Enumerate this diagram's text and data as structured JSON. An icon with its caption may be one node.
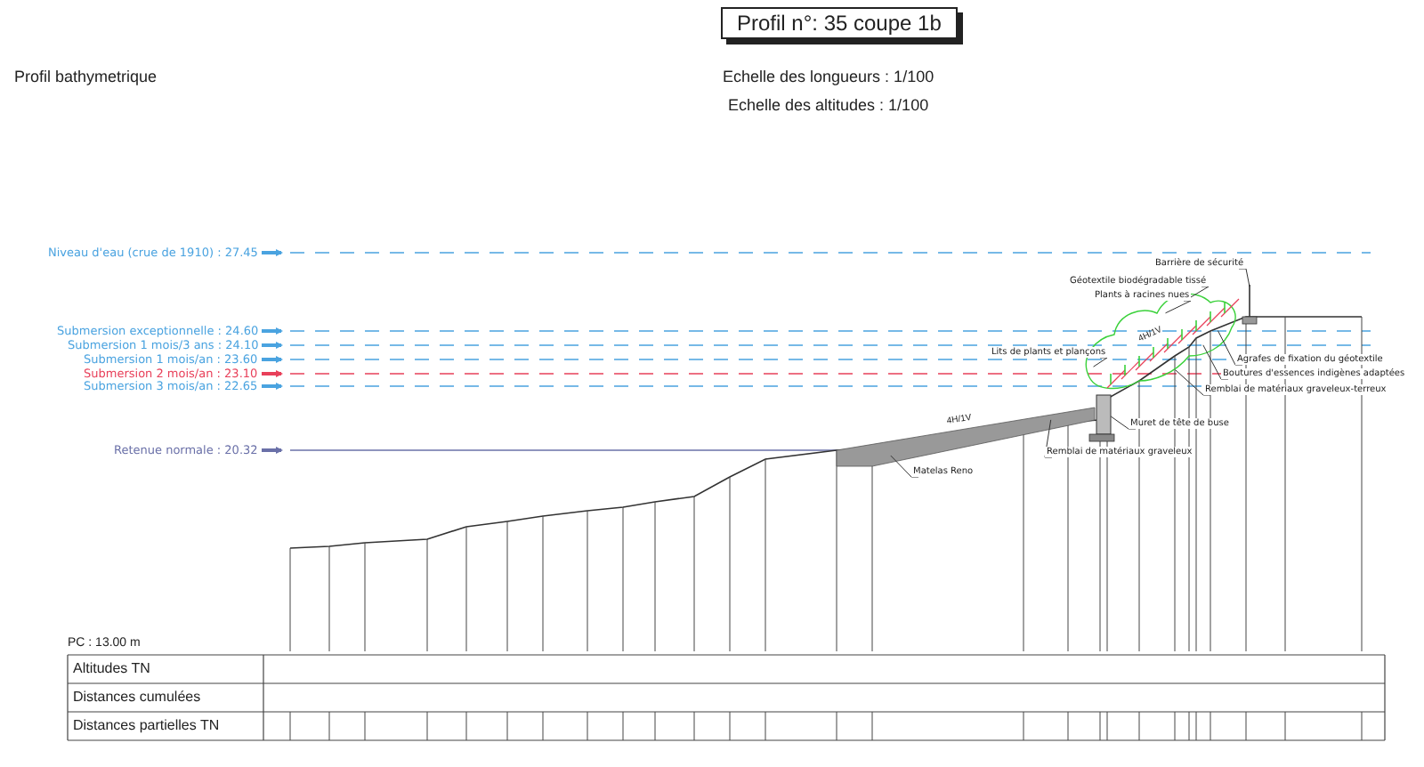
{
  "diagram": {
    "title": "Profil n°: 35 coupe 1b",
    "nodes": [
      {
        "text": [
          "Barrière de sécurité"
        ]
      },
      {
        "text": [
          "Géotextile biodégradable tissé"
        ]
      },
      {
        "text": [
          "Plants à racines nues"
        ]
      },
      {
        "text": [
          "Lits de plants et plançons"
        ]
      },
      {
        "text": [
          "Agrafes de fixation du géotextile"
        ]
      },
      {
        "text": [
          "Boutures d'essences indigènes adaptées"
        ]
      },
      {
        "text": [
          "Remblai de matériaux graveleux-terreux"
        ]
      },
      {
        "text": [
          "Muret de tête de buse"
        ]
      },
      {
        "text": [
          "Remblai de matériaux graveleux"
        ]
      },
      {
        "text": [
          "Matelas Reno"
        ]
      },
      {
        "text": [],
        "shape": "bar"
      },
      {
        "text": [],
        "shape": "picture"
      },
      {
        "text": [],
        "shape": "box"
      },
      {
        "text": [],
        "shape": "picture"
      }
    ],
    "edges": [
      {
        "from": 0,
        "to": 13,
        "arrow": "none"
      },
      {
        "from": 1,
        "to": 11,
        "arrow": "none"
      },
      {
        "from": 2,
        "to": 11,
        "arrow": "none"
      },
      {
        "from": 3,
        "to": 11,
        "arrow": "none"
      },
      {
        "from": 4,
        "to": 11,
        "arrow": "none"
      },
      {
        "from": 5,
        "to": 11,
        "arrow": "none"
      },
      {
        "from": 6,
        "to": 11,
        "arrow": "none"
      },
      {
        "from": 7,
        "to": 12,
        "arrow": "none"
      },
      {
        "from": 8,
        "to": 10,
        "arrow": "none"
      },
      {
        "from": 9,
        "to": 10,
        "arrow": "none"
      }
    ],
    "labels": [
      "Profil bathymetrique",
      "Echelle des longueurs : 1/100",
      "Echelle des altitudes : 1/100",
      "Niveau d'eau (crue de 1910) : 27.45",
      "Submersion exceptionnelle : 24.60",
      "Submersion 1 mois/3 ans : 24.10",
      "Submersion 1 mois/an : 23.60",
      "Submersion 2 mois/an : 23.10",
      "Submersion 3 mois/an : 22.65",
      "Retenue normale : 20.32",
      "4H/1V",
      "4H/1V",
      "PC : 13.00 m",
      "Altitudes TN",
      "Distances cumulées",
      "Distances partielles TN"
    ]
  }
}
